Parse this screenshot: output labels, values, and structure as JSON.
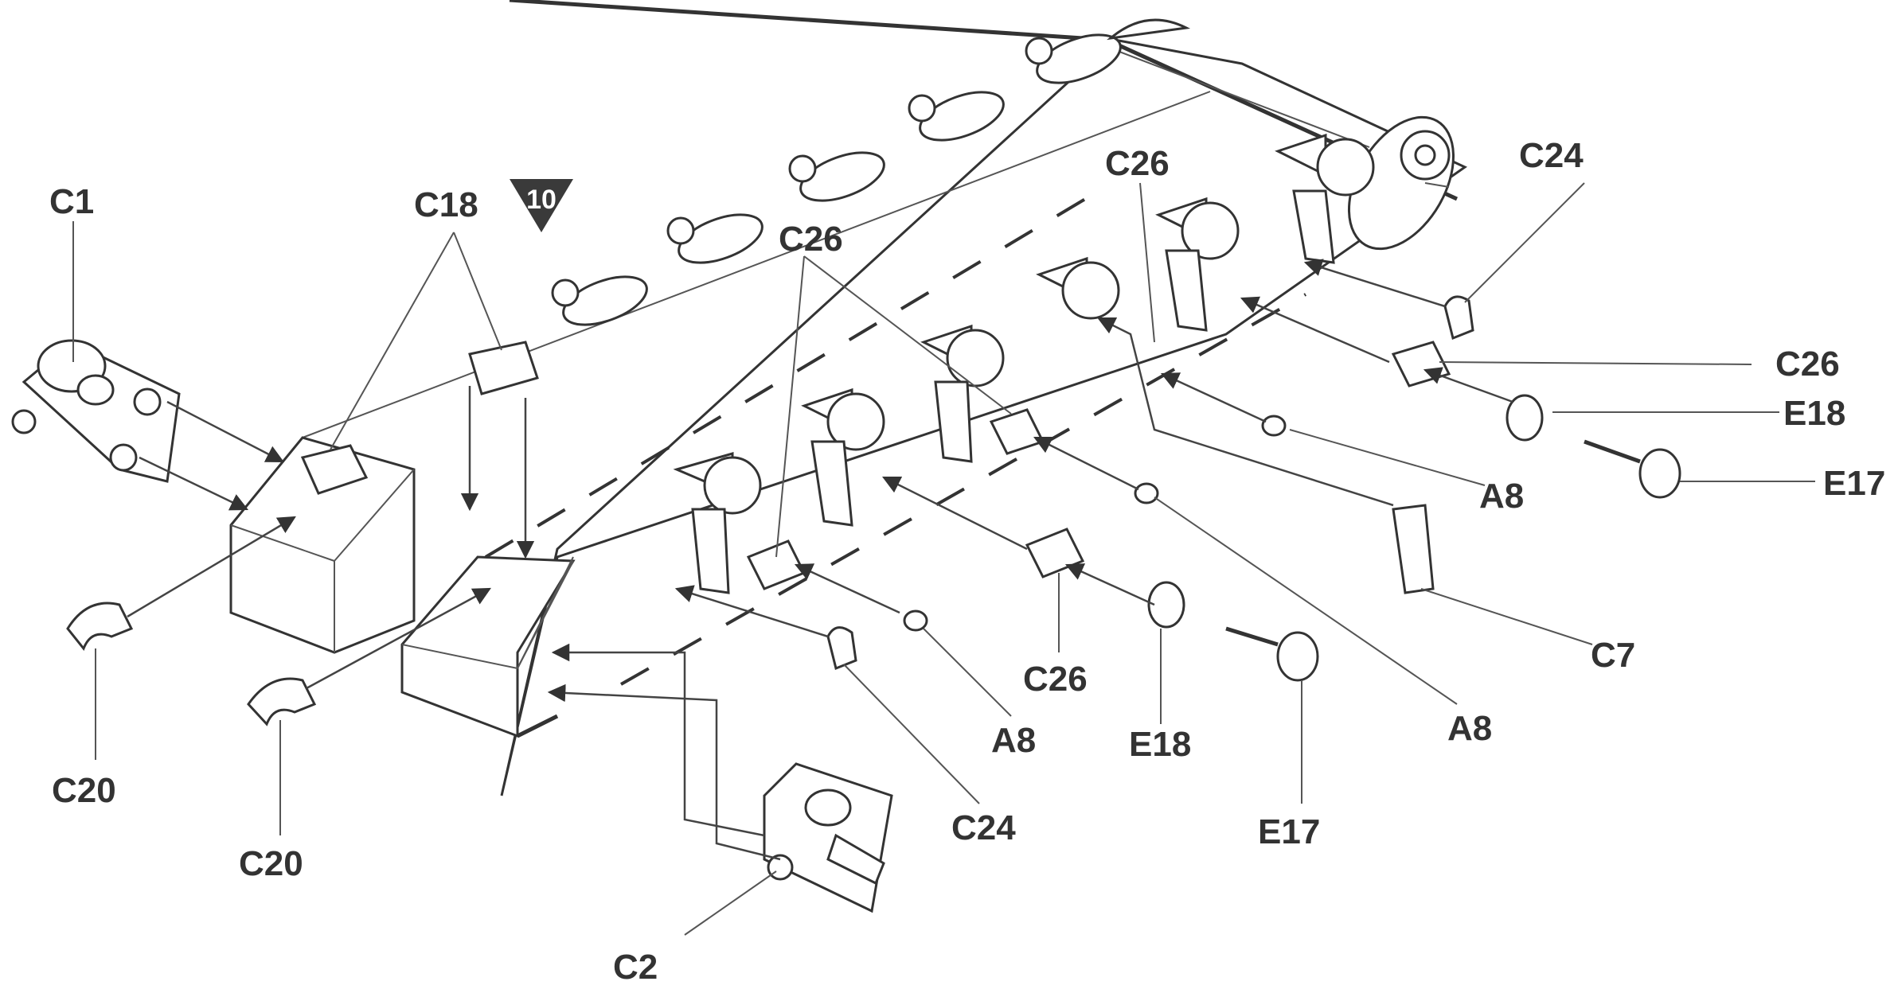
{
  "step": {
    "number": "10",
    "marker_color": "#3a3a3a"
  },
  "callouts": [
    {
      "id": "c1",
      "text": "C1"
    },
    {
      "id": "c18",
      "text": "C18"
    },
    {
      "id": "c26-mid",
      "text": "C26"
    },
    {
      "id": "c26-top",
      "text": "C26"
    },
    {
      "id": "c24-top",
      "text": "C24"
    },
    {
      "id": "c26-r",
      "text": "C26"
    },
    {
      "id": "e18-r",
      "text": "E18"
    },
    {
      "id": "e17-r",
      "text": "E17"
    },
    {
      "id": "a8-r",
      "text": "A8"
    },
    {
      "id": "c7",
      "text": "C7"
    },
    {
      "id": "a8-low",
      "text": "A8"
    },
    {
      "id": "c26-low",
      "text": "C26"
    },
    {
      "id": "e18-low",
      "text": "E18"
    },
    {
      "id": "e17-low",
      "text": "E17"
    },
    {
      "id": "a8-mid",
      "text": "A8"
    },
    {
      "id": "c24-low",
      "text": "C24"
    },
    {
      "id": "c20-l",
      "text": "C20"
    },
    {
      "id": "c20-m",
      "text": "C20"
    },
    {
      "id": "c2",
      "text": "C2"
    }
  ],
  "colors": {
    "ink": "#333333",
    "label": "#333333",
    "paper": "#ffffff",
    "part_dark": "#555555"
  }
}
